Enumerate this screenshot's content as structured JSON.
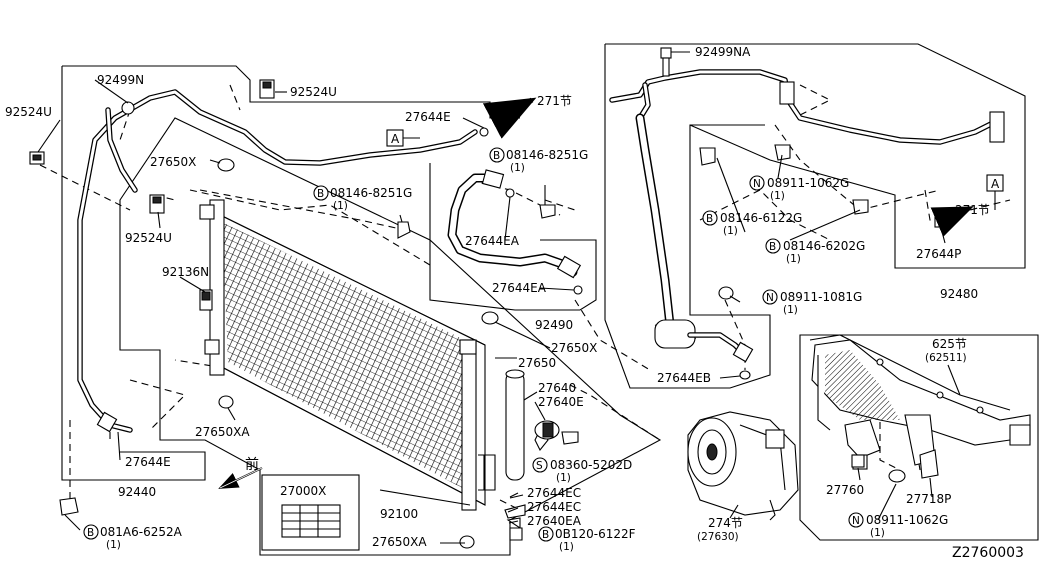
{
  "labels": {
    "p92499N": "92499N",
    "p92524U_a": "92524U",
    "p92524U_b": "92524U",
    "p92524U_c": "92524U",
    "p27644E_a": "27644E",
    "p27644E_b": "27644E",
    "boxA_left": "A",
    "boxA_right": "A",
    "p271_a": "271节",
    "p271_b": "271节",
    "p27650X_a": "27650X",
    "p27650X_b": "27650X",
    "b08146_8251G_a": "08146-8251G",
    "q08146_8251G_a": "(1)",
    "b08146_8251G_b": "08146-8251G",
    "q08146_8251G_b": "(1)",
    "p27644EA_a": "27644EA",
    "p27644EA_b": "27644EA",
    "p92136N": "92136N",
    "p92490": "92490",
    "p27650": "27650",
    "p27640": "27640",
    "p27640E": "27640E",
    "p27650XA_a": "27650XA",
    "p27650XA_b": "27650XA",
    "s08360_5202D": "08360-5202D",
    "q08360_5202D": "(1)",
    "p27644EC_a": "27644EC",
    "p27644EC_b": "27644EC",
    "p27640EA": "27640EA",
    "b0B120_6122F": "0B120-6122F",
    "q0B120_6122F": "(1)",
    "p92440": "92440",
    "front": "前",
    "p27000X": "27000X",
    "p92100": "92100",
    "b081A6_6252A": "081A6-6252A",
    "q081A6_6252A": "(1)",
    "p92499NA": "92499NA",
    "n08911_1062G_a": "08911-1062G",
    "q08911_1062G_a": "(1)",
    "b08146_6122G": "08146-6122G",
    "q08146_6122G": "(1)",
    "b08146_6202G": "08146-6202G",
    "q08146_6202G": "(1)",
    "p27644P": "27644P",
    "p92480": "92480",
    "n08911_1081G": "08911-1081G",
    "q08911_1081G": "(1)",
    "p27644EB": "27644EB",
    "p274": "274节",
    "p27630": "(27630)",
    "p625": "625节",
    "p62511": "(62511)",
    "p27760": "27760",
    "p27718P": "27718P",
    "n08911_1062G_b": "08911-1062G",
    "q08911_1062G_b": "(1)",
    "catalog": "Z2760003",
    "B": "B",
    "N": "N",
    "S": "S"
  }
}
